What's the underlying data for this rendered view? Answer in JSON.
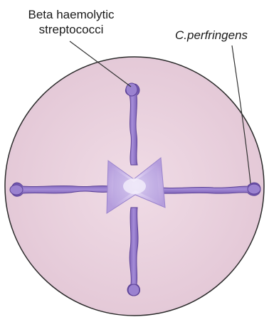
{
  "labels": {
    "beta_line1": "Beta haemolytic",
    "beta_line2": "streptococci",
    "perfringens": "C.perfringens"
  },
  "colors": {
    "plate_fill": "#e7cfdc",
    "plate_stroke": "#2b2b2b",
    "streak_fill": "#8a6cc0",
    "streak_dark": "#6b4fa8",
    "streak_light": "#bba6e0",
    "arrowhead_fill": "#c9b8e6",
    "leader_line": "#333333"
  }
}
